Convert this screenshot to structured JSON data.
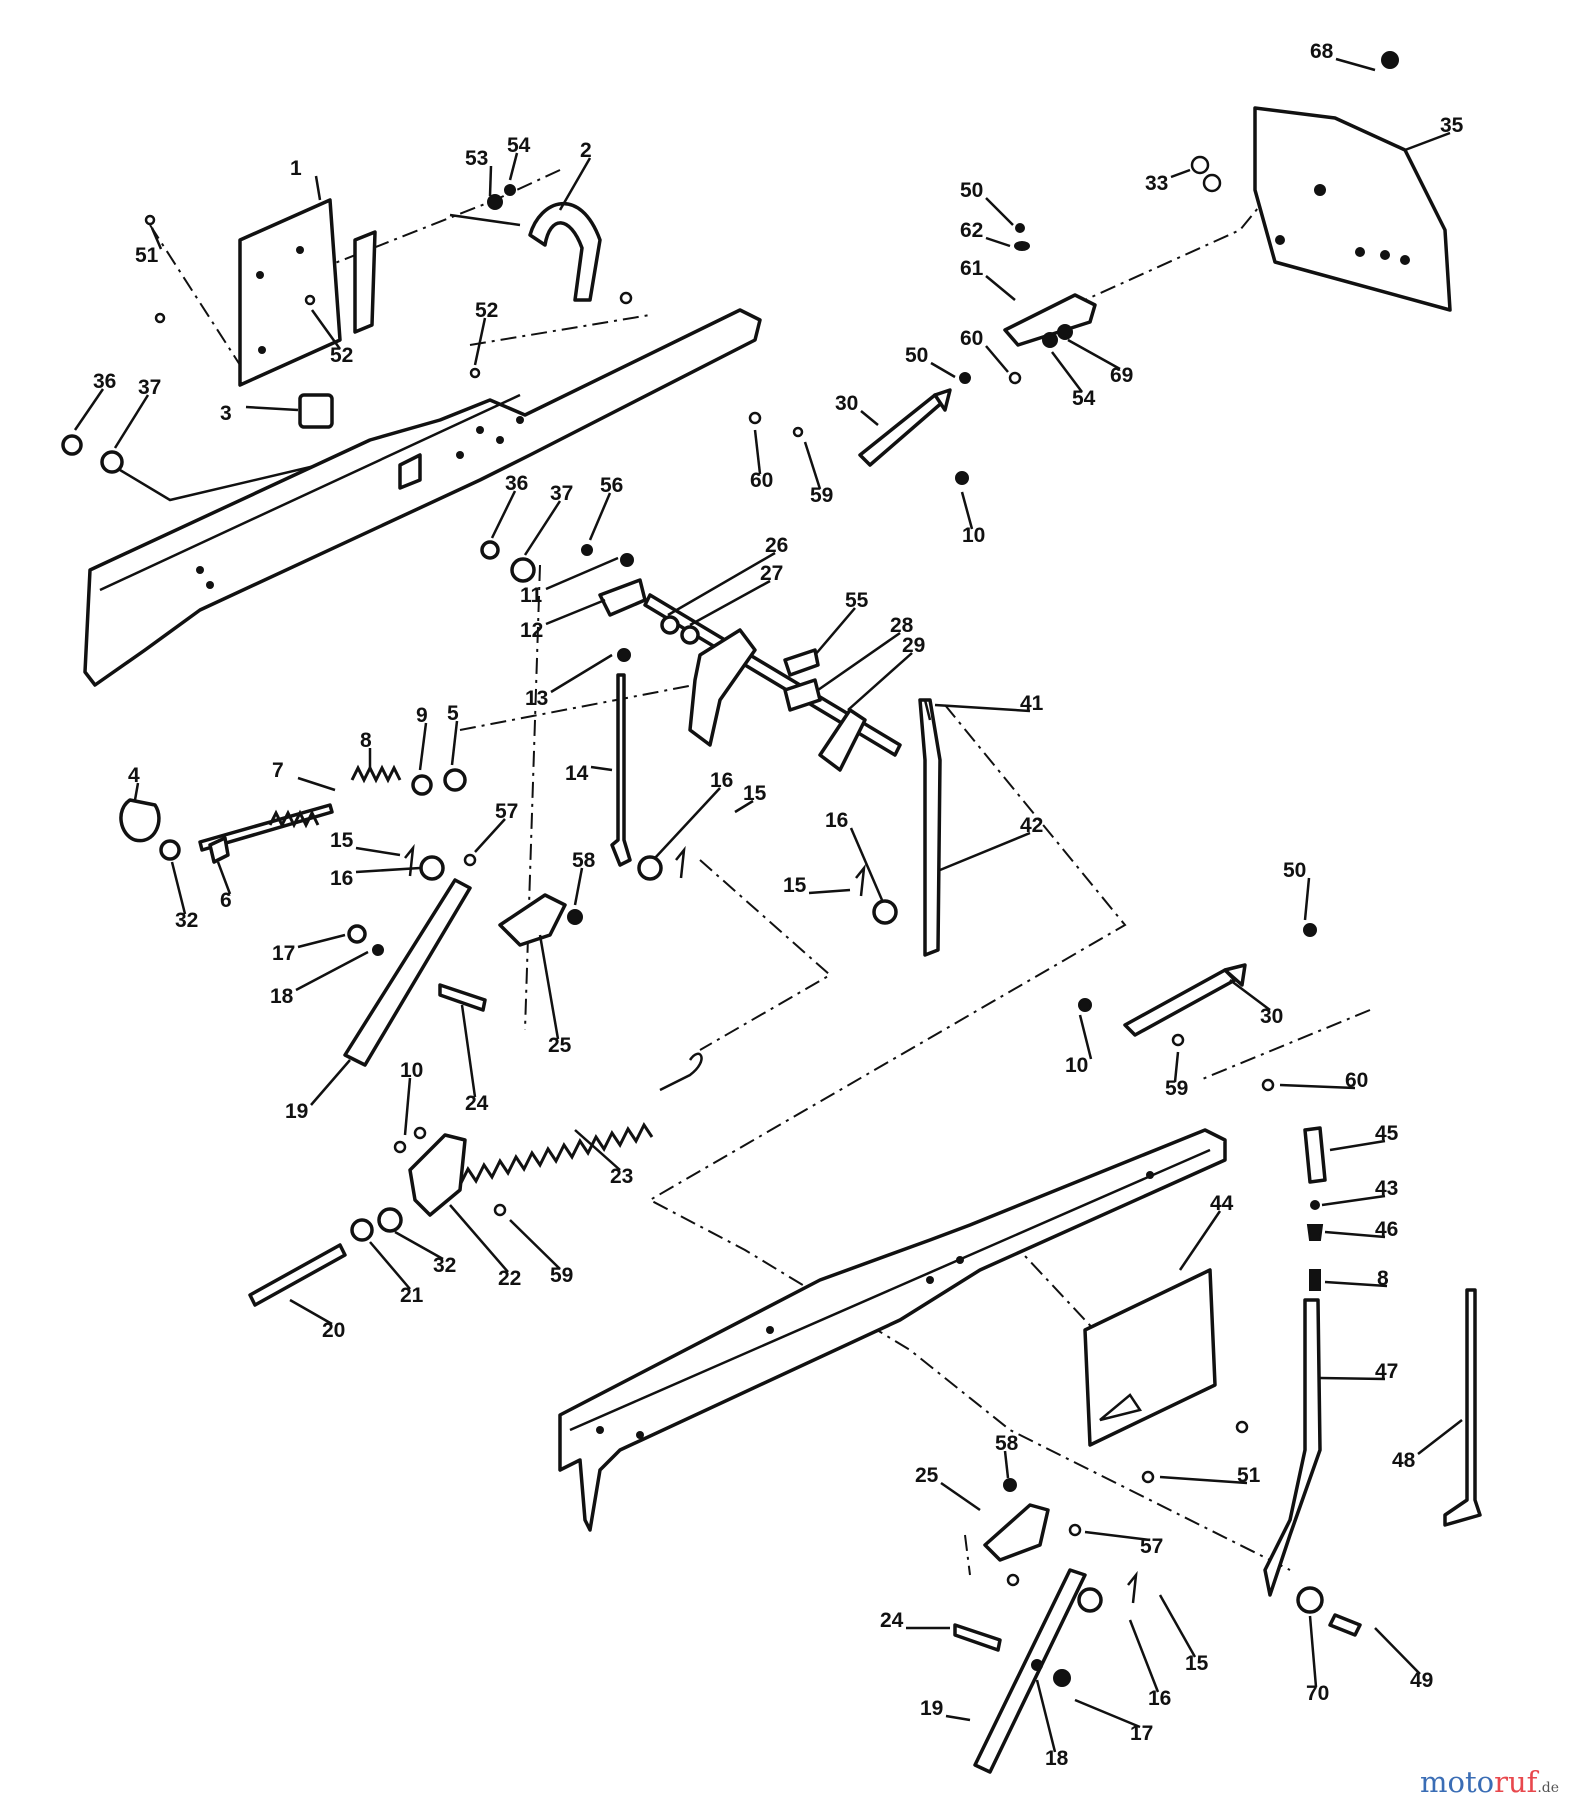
{
  "diagram": {
    "callouts": [
      {
        "id": "c68",
        "label": "68"
      },
      {
        "id": "c35",
        "label": "35"
      },
      {
        "id": "c33",
        "label": "33"
      },
      {
        "id": "c50a",
        "label": "50"
      },
      {
        "id": "c62",
        "label": "62"
      },
      {
        "id": "c61",
        "label": "61"
      },
      {
        "id": "c60a",
        "label": "60"
      },
      {
        "id": "c54a",
        "label": "54"
      },
      {
        "id": "c69",
        "label": "69"
      },
      {
        "id": "c50b",
        "label": "50"
      },
      {
        "id": "c30a",
        "label": "30"
      },
      {
        "id": "c60b",
        "label": "60"
      },
      {
        "id": "c59a",
        "label": "59"
      },
      {
        "id": "c10a",
        "label": "10"
      },
      {
        "id": "c1",
        "label": "1"
      },
      {
        "id": "c53",
        "label": "53"
      },
      {
        "id": "c54b",
        "label": "54"
      },
      {
        "id": "c2",
        "label": "2"
      },
      {
        "id": "c51a",
        "label": "51"
      },
      {
        "id": "c52a",
        "label": "52"
      },
      {
        "id": "c52b",
        "label": "52"
      },
      {
        "id": "c36a",
        "label": "36"
      },
      {
        "id": "c37a",
        "label": "37"
      },
      {
        "id": "c3",
        "label": "3"
      },
      {
        "id": "c36b",
        "label": "36"
      },
      {
        "id": "c37b",
        "label": "37"
      },
      {
        "id": "c56",
        "label": "56"
      },
      {
        "id": "c11",
        "label": "11"
      },
      {
        "id": "c12",
        "label": "12"
      },
      {
        "id": "c26",
        "label": "26"
      },
      {
        "id": "c27",
        "label": "27"
      },
      {
        "id": "c55",
        "label": "55"
      },
      {
        "id": "c28",
        "label": "28"
      },
      {
        "id": "c29",
        "label": "29"
      },
      {
        "id": "c13",
        "label": "13"
      },
      {
        "id": "c41",
        "label": "41"
      },
      {
        "id": "c14",
        "label": "14"
      },
      {
        "id": "c42",
        "label": "42"
      },
      {
        "id": "c16a",
        "label": "16"
      },
      {
        "id": "c15a",
        "label": "15"
      },
      {
        "id": "c16b",
        "label": "16"
      },
      {
        "id": "c15b",
        "label": "15"
      },
      {
        "id": "c9",
        "label": "9"
      },
      {
        "id": "c5",
        "label": "5"
      },
      {
        "id": "c8a",
        "label": "8"
      },
      {
        "id": "c7",
        "label": "7"
      },
      {
        "id": "c4",
        "label": "4"
      },
      {
        "id": "c32a",
        "label": "32"
      },
      {
        "id": "c6",
        "label": "6"
      },
      {
        "id": "c57a",
        "label": "57"
      },
      {
        "id": "c15c",
        "label": "15"
      },
      {
        "id": "c16c",
        "label": "16"
      },
      {
        "id": "c58a",
        "label": "58"
      },
      {
        "id": "c17a",
        "label": "17"
      },
      {
        "id": "c18a",
        "label": "18"
      },
      {
        "id": "c25a",
        "label": "25"
      },
      {
        "id": "c24a",
        "label": "24"
      },
      {
        "id": "c19a",
        "label": "19"
      },
      {
        "id": "c10b",
        "label": "10"
      },
      {
        "id": "c23",
        "label": "23"
      },
      {
        "id": "c50c",
        "label": "50"
      },
      {
        "id": "c30b",
        "label": "30"
      },
      {
        "id": "c10c",
        "label": "10"
      },
      {
        "id": "c59b",
        "label": "59"
      },
      {
        "id": "c60c",
        "label": "60"
      },
      {
        "id": "c45",
        "label": "45"
      },
      {
        "id": "c43",
        "label": "43"
      },
      {
        "id": "c46",
        "label": "46"
      },
      {
        "id": "c8b",
        "label": "8"
      },
      {
        "id": "c44",
        "label": "44"
      },
      {
        "id": "c47",
        "label": "47"
      },
      {
        "id": "c48",
        "label": "48"
      },
      {
        "id": "c20",
        "label": "20"
      },
      {
        "id": "c21",
        "label": "21"
      },
      {
        "id": "c32b",
        "label": "32"
      },
      {
        "id": "c22",
        "label": "22"
      },
      {
        "id": "c59c",
        "label": "59"
      },
      {
        "id": "c51b",
        "label": "51"
      },
      {
        "id": "c58b",
        "label": "58"
      },
      {
        "id": "c25b",
        "label": "25"
      },
      {
        "id": "c57b",
        "label": "57"
      },
      {
        "id": "c24b",
        "label": "24"
      },
      {
        "id": "c15d",
        "label": "15"
      },
      {
        "id": "c16d",
        "label": "16"
      },
      {
        "id": "c70",
        "label": "70"
      },
      {
        "id": "c49",
        "label": "49"
      },
      {
        "id": "c19b",
        "label": "19"
      },
      {
        "id": "c17b",
        "label": "17"
      },
      {
        "id": "c18b",
        "label": "18"
      }
    ]
  },
  "watermark": {
    "part1": "moto",
    "part2": "ruf",
    "suffix": ".de",
    "colors": {
      "part1": "#3a6db5",
      "part2": "#e8484d"
    }
  }
}
